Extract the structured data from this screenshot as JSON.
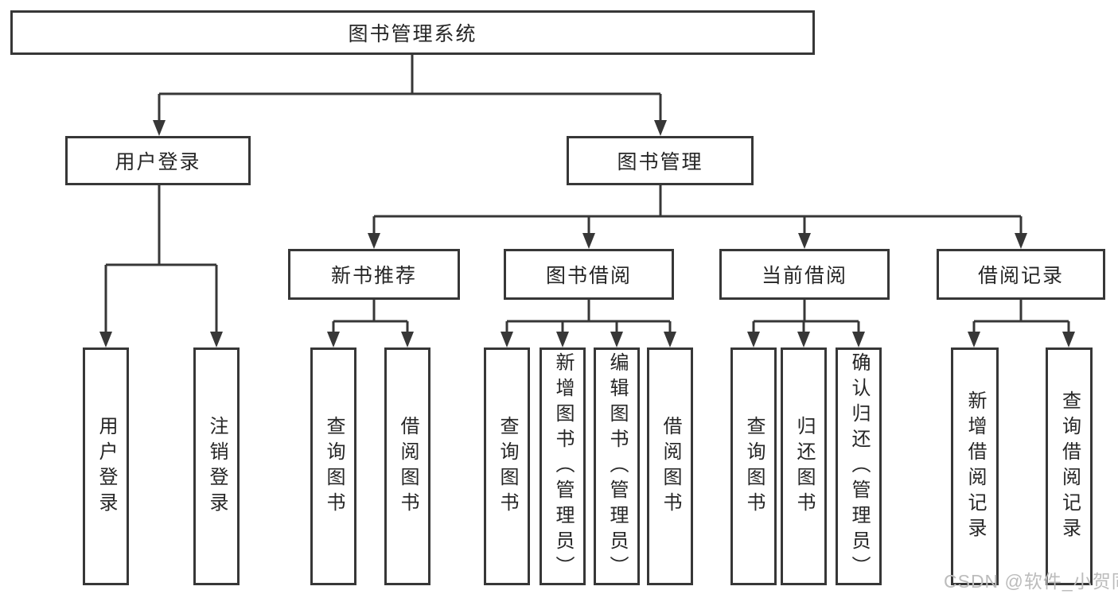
{
  "diagram": {
    "root": {
      "label": "图书管理系统"
    },
    "level2": [
      {
        "label": "用户登录"
      },
      {
        "label": "图书管理"
      }
    ],
    "level3": [
      {
        "label": "新书推荐"
      },
      {
        "label": "图书借阅"
      },
      {
        "label": "当前借阅"
      },
      {
        "label": "借阅记录"
      }
    ],
    "leaves": [
      {
        "label": "用户登录"
      },
      {
        "label": "注销登录"
      },
      {
        "label": "查询图书"
      },
      {
        "label": "借阅图书"
      },
      {
        "label": "查询图书"
      },
      {
        "label": "新增图书（管理员）"
      },
      {
        "label": "编辑图书（管理员）"
      },
      {
        "label": "借阅图书"
      },
      {
        "label": "查询图书"
      },
      {
        "label": "归还图书"
      },
      {
        "label": "确认归还（管理员）"
      },
      {
        "label": "新增借阅记录"
      },
      {
        "label": "查询借阅记录"
      }
    ]
  },
  "watermark": {
    "text": "CSDN @软件_小贺同学"
  },
  "colors": {
    "line": "#373737",
    "box_border": "#373737",
    "text": "#262626",
    "background": "#ffffff",
    "watermark": "#bcbcbc"
  }
}
